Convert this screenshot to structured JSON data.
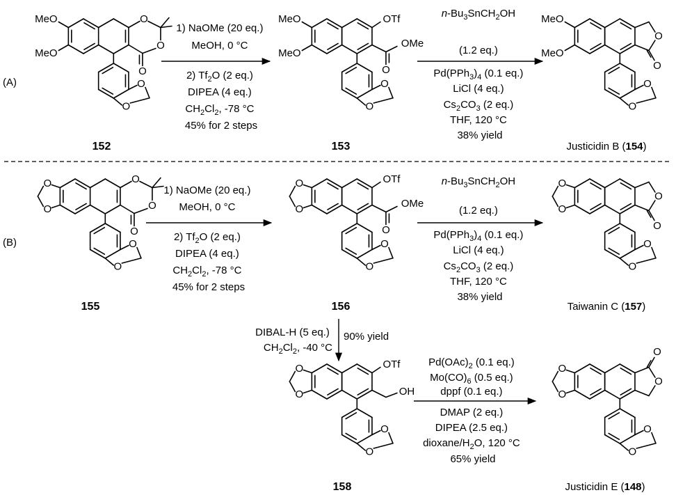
{
  "scheme_labels": {
    "part_a": "(A)",
    "part_b": "(B)"
  },
  "compounds": [
    {
      "id": "c152",
      "number": "152",
      "name": "",
      "substituents": {
        "ome_top": "MeO",
        "ome_bottom": "MeO",
        "ring_o1": "O",
        "ring_o2": "O",
        "carbonyl_o": "O"
      }
    },
    {
      "id": "c153",
      "number": "153",
      "name": "",
      "substituents": {
        "ome_top": "MeO",
        "ome_bottom": "MeO",
        "otf": "OTf",
        "ester": "OMe",
        "carbonyl_o": "O"
      }
    },
    {
      "id": "c154",
      "number": "154",
      "name": "Justicidin B",
      "substituents": {
        "ome_top": "MeO",
        "ome_bottom": "MeO",
        "lactone_o": "O",
        "carbonyl_o": "O"
      }
    },
    {
      "id": "c155",
      "number": "155",
      "name": "",
      "substituents": {
        "ring_o1": "O",
        "ring_o2": "O",
        "carbonyl_o": "O"
      }
    },
    {
      "id": "c156",
      "number": "156",
      "name": "",
      "substituents": {
        "otf": "OTf",
        "ester": "OMe",
        "carbonyl_o": "O"
      }
    },
    {
      "id": "c157",
      "number": "157",
      "name": "Taiwanin C",
      "substituents": {
        "lactone_o": "O",
        "carbonyl_o": "O"
      }
    },
    {
      "id": "c158",
      "number": "158",
      "name": "",
      "substituents": {
        "otf": "OTf",
        "oh": "OH"
      }
    },
    {
      "id": "c148",
      "number": "148",
      "name": "Justicidin E",
      "substituents": {
        "lactone_o": "O",
        "carbonyl_o": "O"
      }
    }
  ],
  "methylenedioxy_o": "O",
  "reactions": [
    {
      "id": "r1",
      "conditions": [
        "1) NaOMe (20 eq.)",
        "MeOH, 0 °C",
        "2) Tf2O (2 eq.)",
        "DIPEA (4 eq.)",
        "CH2Cl2, -78 °C",
        "45% for 2 steps"
      ]
    },
    {
      "id": "r2",
      "conditions": [
        "n-Bu3SnCH2OH",
        "(1.2 eq.)",
        "Pd(PPh3)4 (0.1 eq.)",
        "LiCl (4 eq.)",
        "Cs2CO3 (2 eq.)",
        "THF, 120 °C",
        "38% yield"
      ]
    },
    {
      "id": "r3",
      "conditions": [
        "1) NaOMe (20 eq.)",
        "MeOH, 0 °C",
        "2) Tf2O (2 eq.)",
        "DIPEA (4 eq.)",
        "CH2Cl2, -78 °C",
        "45% for 2 steps"
      ]
    },
    {
      "id": "r4",
      "conditions": [
        "n-Bu3SnCH2OH",
        "(1.2 eq.)",
        "Pd(PPh3)4 (0.1 eq.)",
        "LiCl (4 eq.)",
        "Cs2CO3 (2 eq.)",
        "THF, 120 °C",
        "38% yield"
      ]
    },
    {
      "id": "r5",
      "conditions": [
        "DIBAL-H (5 eq.)",
        "CH2Cl2, -40 °C"
      ],
      "yield": "90% yield"
    },
    {
      "id": "r6",
      "conditions": [
        "Pd(OAc)2 (0.1 eq.)",
        "Mo(CO)6 (0.5 eq.)",
        "dppf (0.1 eq.)",
        "DMAP (2 eq.)",
        "DIPEA (2.5 eq.)",
        "dioxane/H2O, 120 °C",
        "65% yield"
      ]
    }
  ]
}
